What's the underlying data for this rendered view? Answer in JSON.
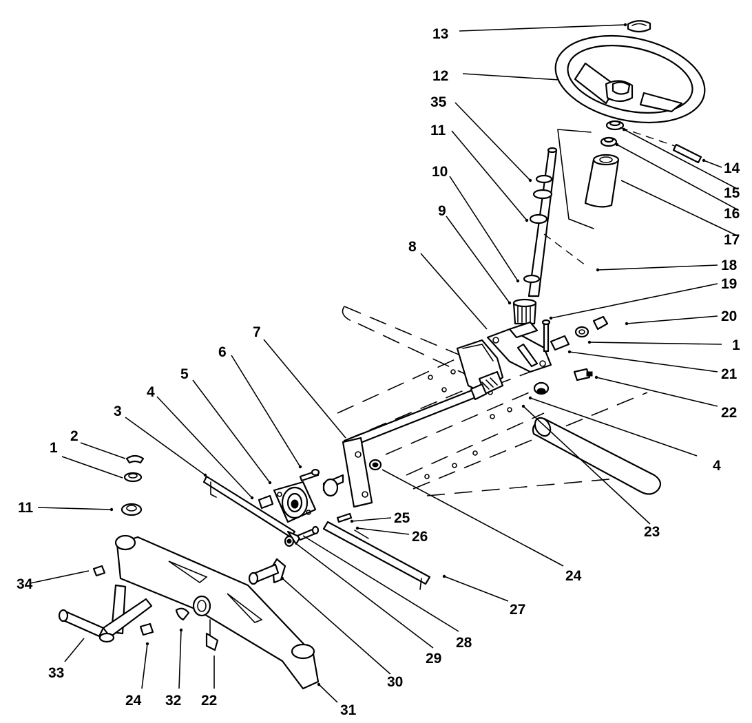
{
  "callouts": {
    "c13": "13",
    "c12": "12",
    "c35": "35",
    "c11_top": "11",
    "c10": "10",
    "c9": "9",
    "c8": "8",
    "c14": "14",
    "c15": "15",
    "c16": "16",
    "c17": "17",
    "c18": "18",
    "c19": "19",
    "c20": "20",
    "c1_right": "1",
    "c21": "21",
    "c22_right": "22",
    "c4_right": "4",
    "c23": "23",
    "c7": "7",
    "c6": "6",
    "c5": "5",
    "c4_left": "4",
    "c3": "3",
    "c2": "2",
    "c1_left": "1",
    "c11_left": "11",
    "c34": "34",
    "c33": "33",
    "c24_bottom": "24",
    "c32": "32",
    "c22_bottom": "22",
    "c31": "31",
    "c30": "30",
    "c29": "29",
    "c28": "28",
    "c25": "25",
    "c26": "26",
    "c27": "27",
    "c24_mid": "24"
  }
}
